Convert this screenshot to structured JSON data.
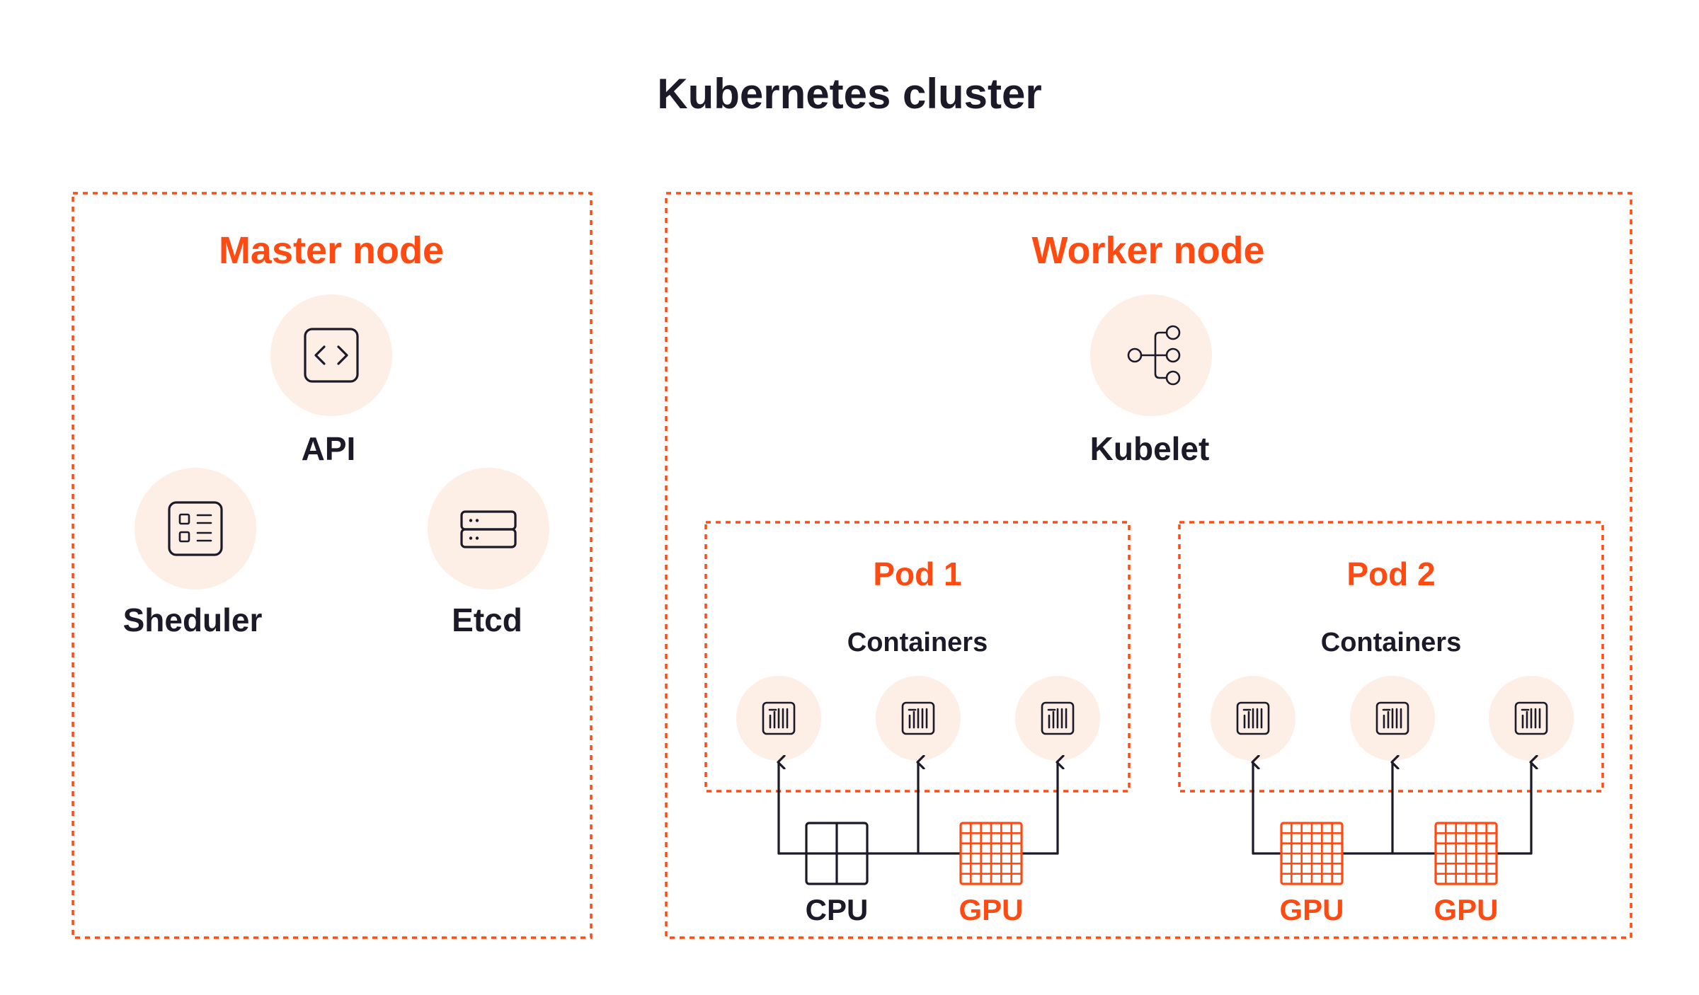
{
  "title": "Kubernetes cluster",
  "master": {
    "heading": "Master node",
    "components": [
      {
        "label": "API",
        "icon": "code-brackets-icon"
      },
      {
        "label": "Sheduler",
        "icon": "scheduler-list-icon"
      },
      {
        "label": "Etcd",
        "icon": "database-server-icon"
      }
    ]
  },
  "worker": {
    "heading": "Worker node",
    "kubelet": {
      "label": "Kubelet",
      "icon": "network-branch-icon"
    },
    "pods": [
      {
        "title": "Pod 1",
        "subtitle": "Containers",
        "containers": [
          "container-icon",
          "container-icon",
          "container-icon"
        ],
        "hardware": [
          {
            "label": "CPU",
            "kind": "cpu"
          },
          {
            "label": "GPU",
            "kind": "gpu"
          }
        ]
      },
      {
        "title": "Pod 2",
        "subtitle": "Containers",
        "containers": [
          "container-icon",
          "container-icon",
          "container-icon"
        ],
        "hardware": [
          {
            "label": "GPU",
            "kind": "gpu"
          },
          {
            "label": "GPU",
            "kind": "gpu"
          }
        ]
      }
    ]
  },
  "colors": {
    "accent": "#ff4a12",
    "text": "#1c1a28",
    "icon_bg": "#fdeee6"
  }
}
